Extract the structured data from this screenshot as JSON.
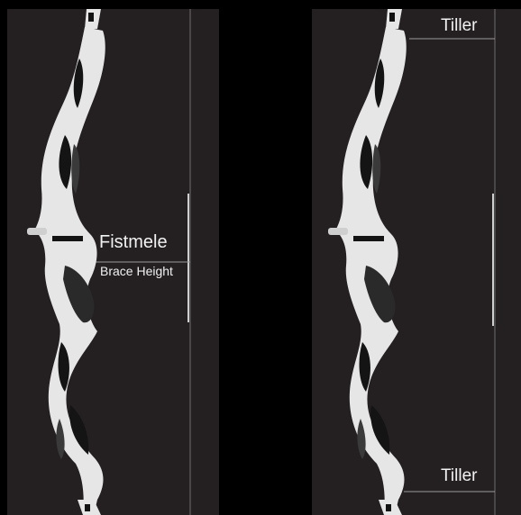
{
  "left_panel": {
    "fistmele_label": "Fistmele",
    "brace_height_label": "Brace Height"
  },
  "right_panel": {
    "tiller_top_label": "Tiller",
    "tiller_bottom_label": "Tiller"
  },
  "colors": {
    "page_background": "#000000",
    "panel_background": "#242021",
    "text": "#f2f2f2",
    "riser_body": "#e6e6e6",
    "riser_cutout": "#141414",
    "grip": "#2a2a2a",
    "guide_line": "#9a9a9a"
  }
}
